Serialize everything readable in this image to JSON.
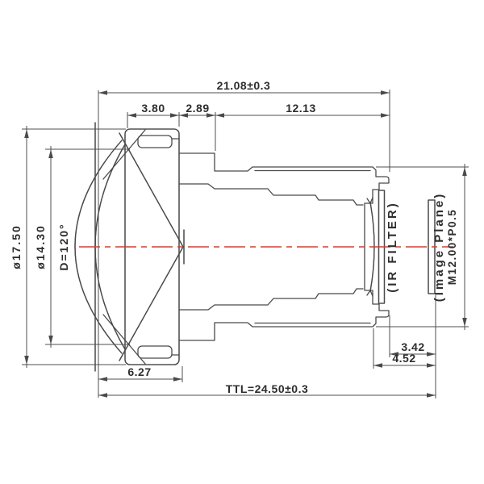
{
  "drawing": {
    "background": "#ffffff",
    "line_color": "#4a4a4a",
    "centerline_color": "#dd392e",
    "labels": {
      "length_total": "21.08±0.3",
      "length_seg1": "3.80",
      "length_seg2": "2.89",
      "length_seg3": "12.13",
      "diameter_outer": "ø17.50",
      "diameter_aperture": "ø14.30",
      "field_angle": "D=120°",
      "ir_filter": "(IR FILTER)",
      "image_plane": "(Image Plane)",
      "thread_spec": "M12.00*P0.5",
      "back_dim_1": "3.42",
      "back_dim_2": "4.52",
      "front_length": "6.27",
      "total_track": "TTL=24.50±0.3"
    }
  }
}
